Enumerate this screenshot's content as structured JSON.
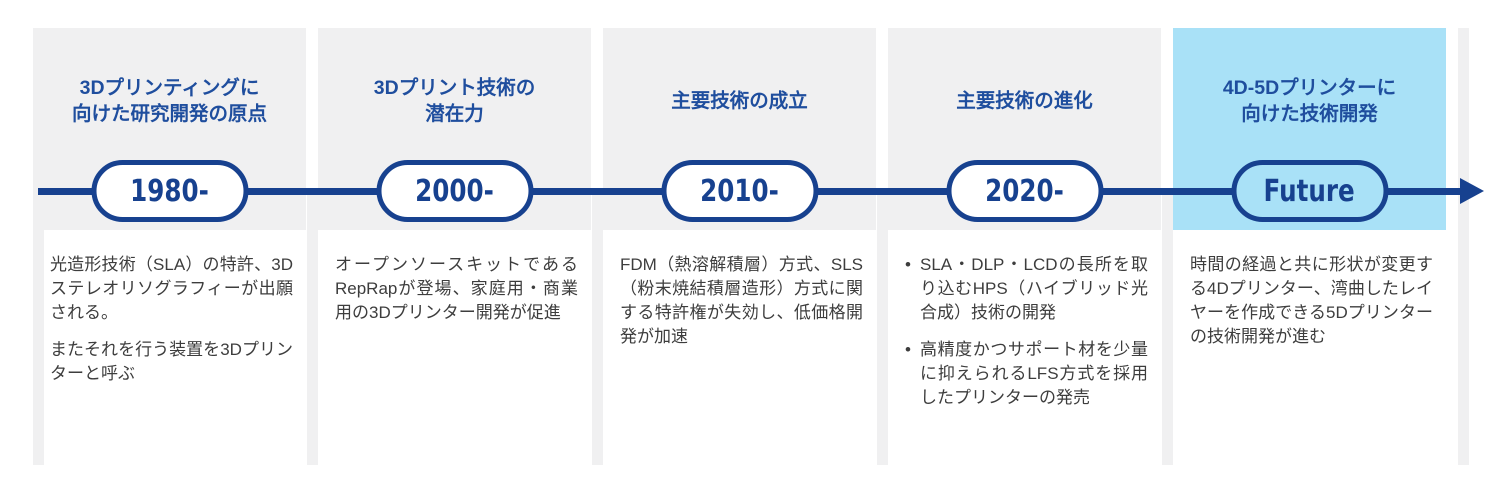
{
  "palette": {
    "navy": "#17418f",
    "title_blue": "#1f4e9e",
    "column_gray": "#f0f0f1",
    "column_light_blue": "#a9e1f7",
    "body_text": "#3d3d3d"
  },
  "bullet_char": "•",
  "columns": [
    {
      "title": "3Dプリンティングに\n向けた研究開発の原点",
      "period": "1980-",
      "highlight": false,
      "paragraphs": [
        "光造形技術（SLA）の特許、3Dステレオリソグラフィーが出願される。",
        "またそれを行う装置を3Dプリンターと呼ぶ"
      ]
    },
    {
      "title": "3Dプリント技術の\n潜在力",
      "period": "2000-",
      "highlight": false,
      "paragraphs": [
        "オープンソースキットであるRepRapが登場、家庭用・商業用の3Dプリンター開発が促進"
      ]
    },
    {
      "title": "主要技術の成立",
      "period": "2010-",
      "highlight": false,
      "paragraphs": [
        "FDM（熱溶解積層）方式、SLS（粉末焼結積層造形）方式に関する特許権が失効し、低価格開発が加速"
      ]
    },
    {
      "title": "主要技術の進化",
      "period": "2020-",
      "highlight": false,
      "bullets": [
        "SLA・DLP・LCDの長所を取り込むHPS（ハイブリッド光合成）技術の開発",
        "高精度かつサポート材を少量に抑えられるLFS方式を採用したプリンターの発売"
      ]
    },
    {
      "title": "4D-5Dプリンターに\n向けた技術開発",
      "period": "Future",
      "highlight": true,
      "paragraphs": [
        "時間の経過と共に形状が変更する4Dプリンター、湾曲したレイヤーを作成できる5Dプリンターの技術開発が進む"
      ]
    }
  ]
}
